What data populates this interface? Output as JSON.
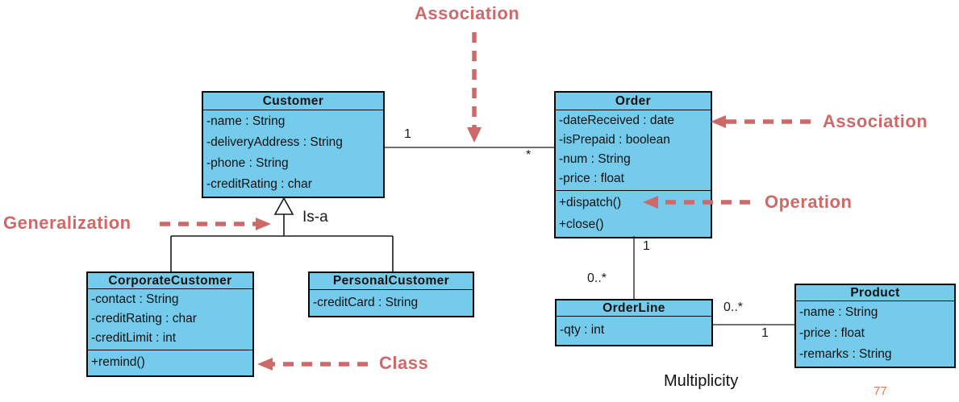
{
  "diagram": {
    "type": "uml-class-diagram",
    "colors": {
      "class_fill": "#74CBEC",
      "class_border": "#0a0a0a",
      "annotation": "#CD6969",
      "page_number": "#E0795B"
    },
    "classes": {
      "customer": {
        "name": "Customer",
        "attributes": [
          "-name : String",
          "-deliveryAddress : String",
          "-phone : String",
          "-creditRating : char"
        ]
      },
      "order": {
        "name": "Order",
        "attributes": [
          "-dateReceived : date",
          "-isPrepaid : boolean",
          "-num : String",
          "-price : float"
        ],
        "operations": [
          "+dispatch()",
          "+close()"
        ]
      },
      "corporateCustomer": {
        "name": "CorporateCustomer",
        "attributes": [
          "-contact : String",
          "-creditRating : char",
          "-creditLimit : int"
        ],
        "operations": [
          "+remind()"
        ]
      },
      "personalCustomer": {
        "name": "PersonalCustomer",
        "attributes": [
          "-creditCard : String"
        ]
      },
      "orderLine": {
        "name": "OrderLine",
        "attributes": [
          "-qty : int"
        ]
      },
      "product": {
        "name": "Product",
        "attributes": [
          "-name : String",
          "-price : float",
          "-remarks : String"
        ]
      }
    },
    "multiplicities": {
      "customer_side": "1",
      "order_side": "*",
      "order_to_orderline_1": "1",
      "order_to_orderline_many": "0..*",
      "orderline_to_product_many": "0..*",
      "orderline_to_product_1": "1"
    },
    "annotations": {
      "association_top": "Association",
      "association_right": "Association",
      "operation": "Operation",
      "generalization": "Generalization",
      "class_label": "Class",
      "is_a": "Is-a"
    },
    "caption": "Multiplicity",
    "page_number": "77"
  }
}
